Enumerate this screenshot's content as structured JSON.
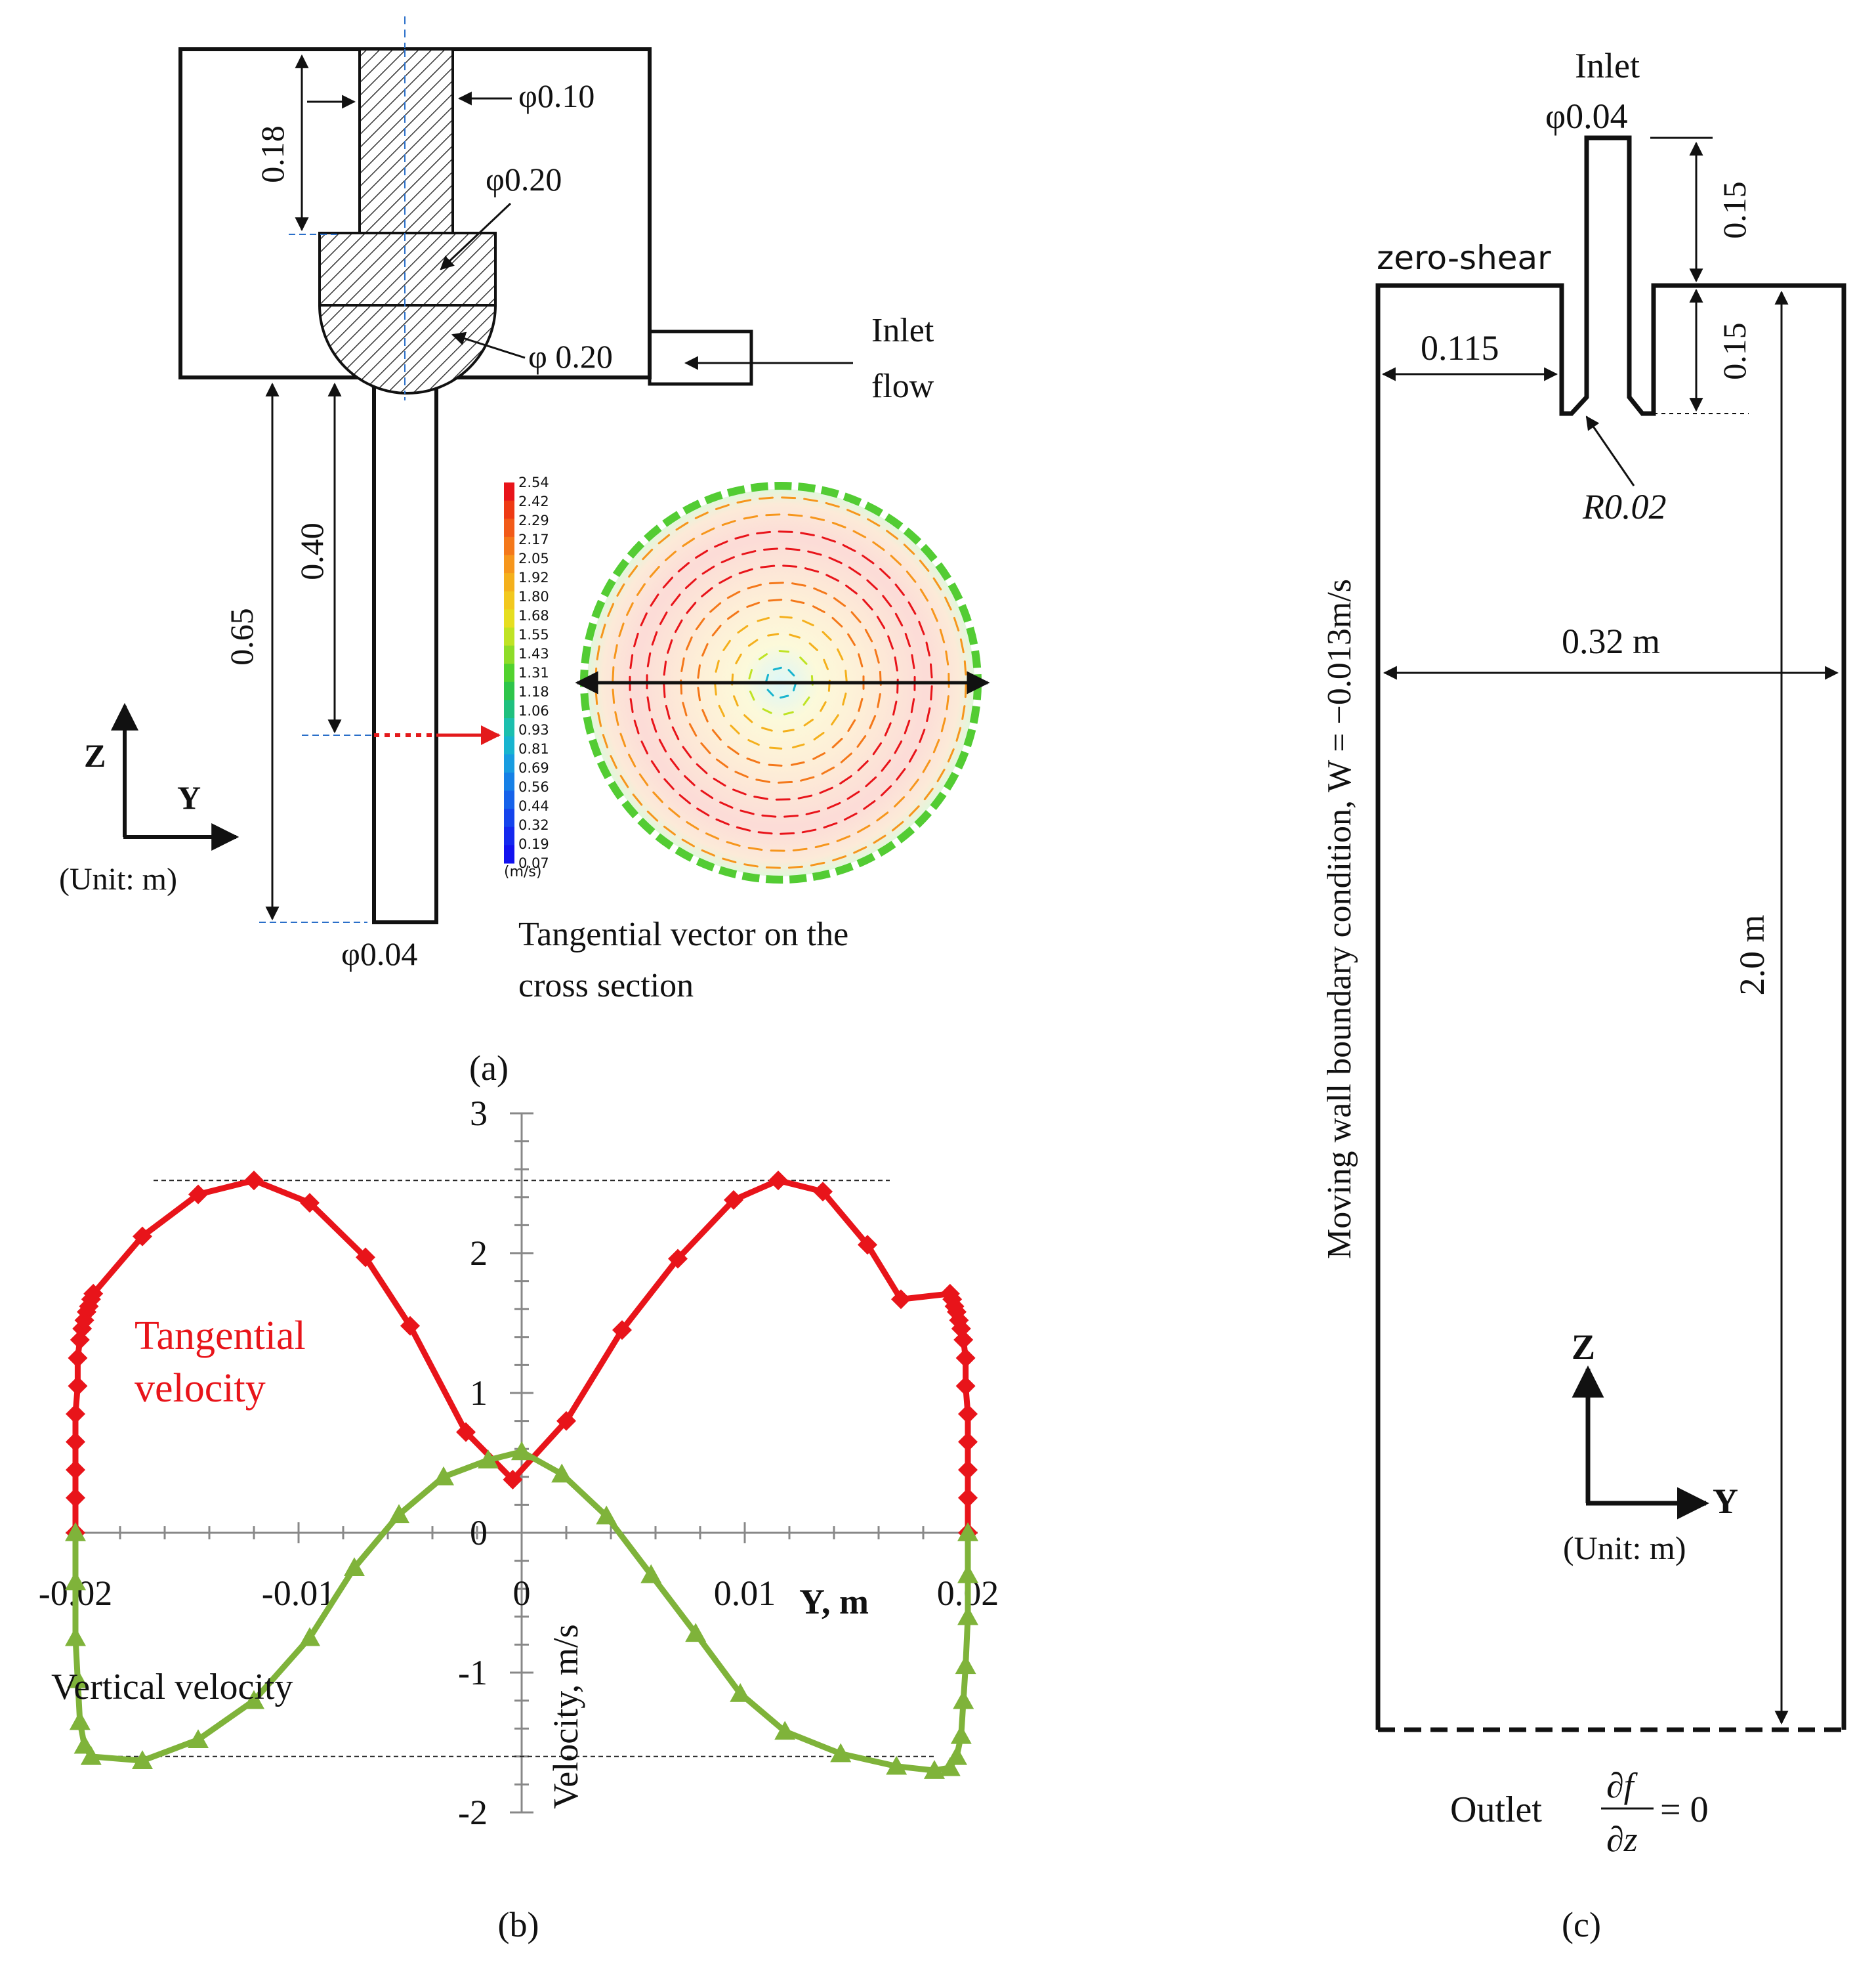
{
  "panel_a": {
    "caption": "(a)",
    "dims": {
      "shaft_dia": "φ0.10",
      "disc_dia": "φ0.20",
      "cap_dia": "φ 0.20",
      "shaft_len": "0.18",
      "len_040": "0.40",
      "len_065": "0.65",
      "outlet_dia": "φ0.04"
    },
    "inlet_line1": "Inlet",
    "inlet_line2": "flow",
    "axis_z": "Z",
    "axis_y": "Y",
    "unit": "(Unit: m)",
    "colorbar": {
      "values": [
        "2.54",
        "2.42",
        "2.29",
        "2.17",
        "2.05",
        "1.92",
        "1.80",
        "1.68",
        "1.55",
        "1.43",
        "1.31",
        "1.18",
        "1.06",
        "0.93",
        "0.81",
        "0.69",
        "0.56",
        "0.44",
        "0.32",
        "0.19",
        "0.07"
      ],
      "unit": "(m/s)",
      "colors": [
        "#e8141a",
        "#ee3a14",
        "#f25a18",
        "#f4781a",
        "#f6961c",
        "#f4b01c",
        "#f2c81e",
        "#e6de20",
        "#bfe324",
        "#8edc28",
        "#52d22e",
        "#2ec54a",
        "#1fc07e",
        "#1cbfae",
        "#18b4cf",
        "#189ce0",
        "#1680e6",
        "#1662ea",
        "#1544ec",
        "#1428ee",
        "#1212ef"
      ]
    },
    "section_line1": "Tangential vector on the",
    "section_line2": "cross section"
  },
  "panel_b": {
    "caption": "(b)",
    "tangential_label_1": "Tangential",
    "tangential_label_2": "velocity",
    "vertical_label": "Vertical velocity",
    "x_tick_labels": [
      "-0.02",
      "-0.01",
      "0",
      "0.01",
      "0.02"
    ],
    "y_tick_labels": [
      "3",
      "2",
      "1",
      "0",
      "-1",
      "-2"
    ],
    "ylabel": "Velocity, m/s",
    "xlabel": "Y, m"
  },
  "chart_data": {
    "type": "line",
    "xlabel": "Y, m",
    "ylabel": "Velocity, m/s",
    "xlim": [
      -0.02,
      0.02
    ],
    "ylim": [
      -2,
      3
    ],
    "reference_lines": [
      2.52,
      -1.6
    ],
    "series": [
      {
        "name": "Tangential velocity",
        "color": "#e8141a",
        "marker": "diamond",
        "x": [
          -0.02,
          -0.02,
          -0.02,
          -0.02,
          -0.02,
          -0.0199,
          -0.0199,
          -0.0198,
          -0.0197,
          -0.0196,
          -0.0195,
          -0.0194,
          -0.0193,
          -0.0192,
          -0.017,
          -0.0145,
          -0.012,
          -0.0095,
          -0.007,
          -0.005,
          -0.0025,
          -0.0004,
          0.002,
          0.0045,
          0.007,
          0.0095,
          0.0115,
          0.0135,
          0.0155,
          0.017,
          0.0192,
          0.0193,
          0.0194,
          0.0195,
          0.0196,
          0.0197,
          0.0198,
          0.0199,
          0.0199,
          0.02,
          0.02,
          0.02,
          0.02,
          0.02
        ],
        "y": [
          0,
          0.25,
          0.45,
          0.65,
          0.85,
          1.05,
          1.25,
          1.38,
          1.46,
          1.52,
          1.58,
          1.62,
          1.67,
          1.71,
          2.12,
          2.42,
          2.52,
          2.36,
          1.97,
          1.48,
          0.72,
          0.38,
          0.8,
          1.45,
          1.96,
          2.38,
          2.52,
          2.44,
          2.06,
          1.67,
          1.71,
          1.67,
          1.62,
          1.58,
          1.52,
          1.46,
          1.38,
          1.25,
          1.05,
          0.85,
          0.65,
          0.45,
          0.25,
          0
        ]
      },
      {
        "name": "Vertical velocity",
        "color": "#7fb33a",
        "marker": "triangle",
        "x": [
          -0.02,
          -0.02,
          -0.02,
          -0.0199,
          -0.0198,
          -0.0196,
          -0.0193,
          -0.017,
          -0.0145,
          -0.012,
          -0.0095,
          -0.0075,
          -0.0055,
          -0.0035,
          -0.0015,
          0,
          0.0018,
          0.0038,
          0.0058,
          0.0078,
          0.0098,
          0.0118,
          0.0143,
          0.0168,
          0.0185,
          0.0192,
          0.0195,
          0.0197,
          0.0198,
          0.0199,
          0.02,
          0.02,
          0.02
        ],
        "y": [
          0,
          -0.35,
          -0.75,
          -1.05,
          -1.35,
          -1.52,
          -1.6,
          -1.63,
          -1.48,
          -1.2,
          -0.75,
          -0.25,
          0.13,
          0.4,
          0.52,
          0.58,
          0.42,
          0.12,
          -0.3,
          -0.72,
          -1.15,
          -1.42,
          -1.58,
          -1.67,
          -1.7,
          -1.68,
          -1.6,
          -1.45,
          -1.2,
          -0.95,
          -0.6,
          -0.3,
          0
        ]
      }
    ]
  },
  "panel_c": {
    "caption": "(c)",
    "inlet": "Inlet",
    "inlet_dia": "φ0.04",
    "zero_shear": "zero-shear",
    "dim_0115": "0.115",
    "dim_015_top": "0.15",
    "dim_015_bot": "0.15",
    "radius_label": "R0.02",
    "width_label": "0.32 m",
    "height_label": "2.0 m",
    "wall_bc": "Moving wall boundary condition, W = −0.013m/s",
    "axis_z": "Z",
    "axis_y": "Y",
    "unit": "(Unit: m)",
    "outlet": "Outlet",
    "outlet_eq": "= 0",
    "df": "∂f",
    "dz": "∂z"
  }
}
